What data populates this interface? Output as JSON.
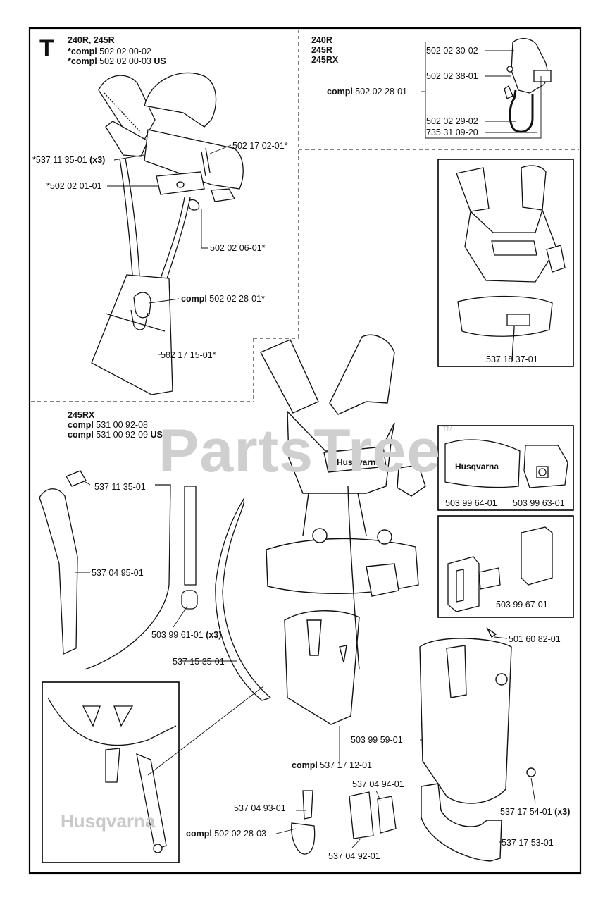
{
  "section_letter": "T",
  "watermark": "PartsTree",
  "watermark_mark": "TM",
  "brand_text": "Husqvarna",
  "brand_text_inset": "Husqvarna",
  "panel_a": {
    "models": "240R, 245R",
    "compl_1": {
      "prefix": "*compl",
      "number": "502 02 00-02",
      "suffix": ""
    },
    "compl_2": {
      "prefix": "*compl",
      "number": "502 02 00-03",
      "suffix": "US"
    },
    "parts": {
      "p1": {
        "number": "*537 11 35-01",
        "qty": "(x3)"
      },
      "p2": "*502 02 01-01",
      "p3": "502 17 02-01*",
      "p4": "502 02 06-01*",
      "p5": {
        "prefix": "compl",
        "number": "502 02 28-01*"
      },
      "p6": "502 17 15-01*"
    }
  },
  "panel_b": {
    "models": [
      "240R",
      "245R",
      "245RX"
    ],
    "compl": {
      "prefix": "compl",
      "number": "502 02 28-01"
    },
    "parts": [
      "502 02 30-02",
      "502 02 38-01",
      "502 02 29-02",
      "735 31 09-20"
    ]
  },
  "box_1": {
    "part": "537 18 37-01"
  },
  "box_2": {
    "parts": [
      "503 99 64-01",
      "503 99 63-01"
    ]
  },
  "box_3": {
    "part": "503 99 67-01"
  },
  "panel_c": {
    "models": "245RX",
    "compl_1": {
      "prefix": "compl",
      "number": "531 00 92-08",
      "suffix": ""
    },
    "compl_2": {
      "prefix": "compl",
      "number": "531 00 92-09",
      "suffix": "US"
    },
    "parts": {
      "p1": "537 11 35-01",
      "p2": "537 04 95-01",
      "p3": {
        "number": "503 99 61-01",
        "qty": "(x3)"
      },
      "p4": "537 15 35-01",
      "p5": "501 60 82-01",
      "p6": "503 99 59-01",
      "p7": {
        "prefix": "compl",
        "number": "537 17 12-01"
      },
      "p8": "537 04 94-01",
      "p9": "537 04 93-01",
      "p10": {
        "prefix": "compl",
        "number": "502 02 28-03"
      },
      "p11": "537 04 92-01",
      "p12": {
        "number": "537 17 54-01",
        "qty": "(x3)"
      },
      "p13": "537 17 53-01"
    }
  }
}
